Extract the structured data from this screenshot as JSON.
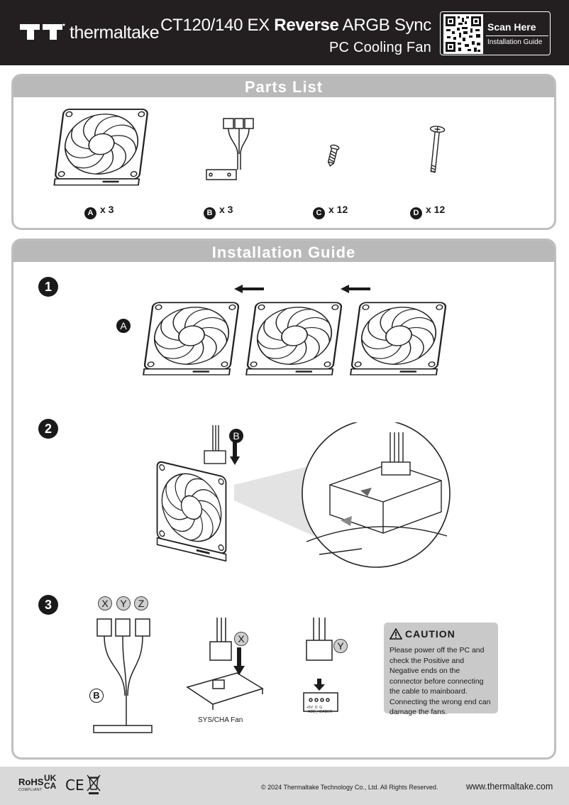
{
  "header": {
    "brand": "thermaltake",
    "title_pre": "CT120/140 EX ",
    "title_bold": "Reverse",
    "title_post": " ARGB Sync",
    "subtitle": "PC Cooling Fan",
    "scan_title": "Scan Here",
    "scan_subtitle": "Installation Guide"
  },
  "parts": {
    "title": "Parts List",
    "items": [
      {
        "letter": "A",
        "qty": "x 3"
      },
      {
        "letter": "B",
        "qty": "x 3"
      },
      {
        "letter": "C",
        "qty": "x 12"
      },
      {
        "letter": "D",
        "qty": "x 12"
      }
    ]
  },
  "guide": {
    "title": "Installation Guide",
    "steps": [
      "1",
      "2",
      "3"
    ],
    "labels": {
      "a": "A",
      "b": "B",
      "x": "X",
      "y": "Y",
      "z": "Z"
    },
    "sys_caption": "SYS/CHA Fan",
    "argb_pins": "+5V  D  G",
    "argb_header": "ADD_HEADER"
  },
  "caution": {
    "title": "CAUTION",
    "body": "Please power off the PC and check the Positive and Negative ends on the connector before connecting the cable to mainboard. Connecting the wrong end can damage the fans."
  },
  "footer": {
    "rohs": "RoHS",
    "rohs_sub": "COMPLIANT",
    "uk": "UK",
    "ca": "CA",
    "ce": "CE",
    "copyright": "© 2024 Thermaltake Technology Co., Ltd. All Rights Reserved.",
    "website": "www.thermaltake.com"
  }
}
